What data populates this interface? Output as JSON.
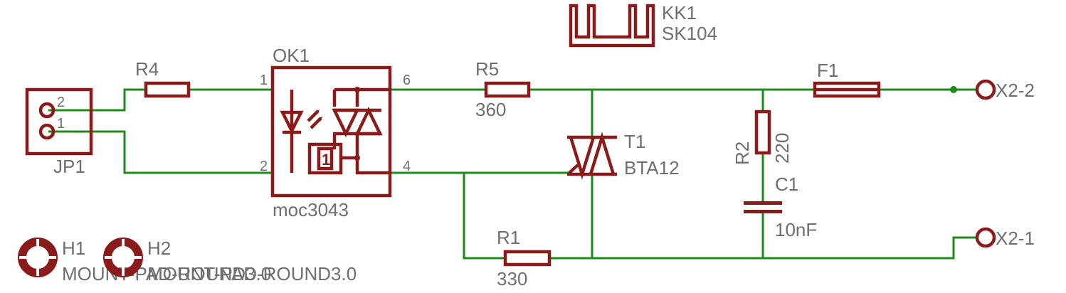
{
  "colors": {
    "wire": "#1a8c1a",
    "symbol": "#8b1a1a",
    "text": "#6e6e6e",
    "background": "#ffffff"
  },
  "components": {
    "jp1": {
      "name": "JP1",
      "pin1": "1",
      "pin2": "2"
    },
    "r4": {
      "name": "R4"
    },
    "ok1": {
      "name": "OK1",
      "value": "moc3043",
      "pin1": "1",
      "pin2": "2",
      "pin4": "4",
      "pin6": "6",
      "zc": "1"
    },
    "r5": {
      "name": "R5",
      "value": "360"
    },
    "kk1": {
      "name": "KK1",
      "value": "SK104"
    },
    "t1": {
      "name": "T1",
      "value": "BTA12"
    },
    "r2": {
      "name": "R2",
      "value": "220"
    },
    "c1": {
      "name": "C1",
      "value": "10nF"
    },
    "f1": {
      "name": "F1"
    },
    "x2_2": {
      "name": "X2-2"
    },
    "x2_1": {
      "name": "X2-1"
    },
    "r1": {
      "name": "R1",
      "value": "330"
    },
    "h1": {
      "name": "H1",
      "value": "MOUNT-PAD-ROUND3.0"
    },
    "h2": {
      "name": "H2",
      "value": "MOUNT-PAD-ROUND3.0"
    }
  }
}
